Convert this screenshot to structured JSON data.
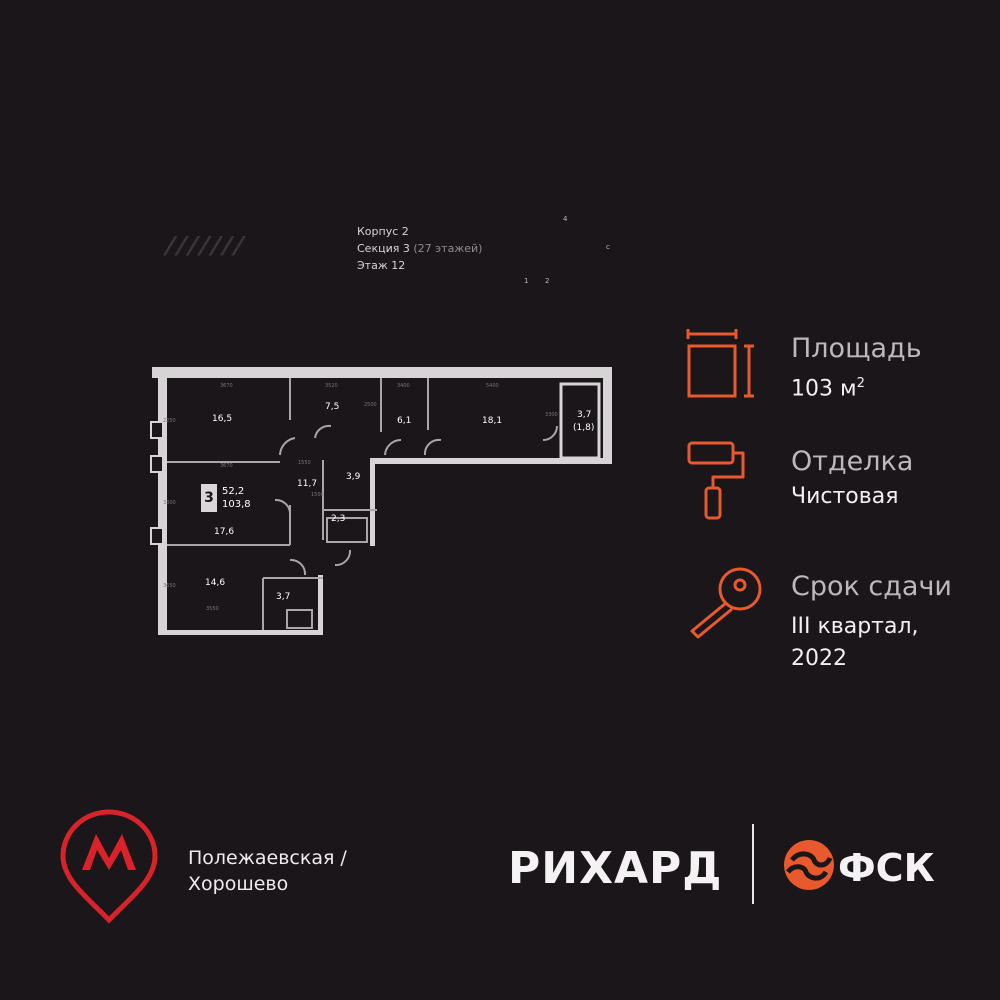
{
  "building": {
    "korpus": "Корпус 2",
    "section_main": "Секция 3",
    "section_floors": "(27 этажей)",
    "floor": "Этаж 12"
  },
  "compass": {
    "n": "4",
    "a": "1",
    "b": "2",
    "c": "с"
  },
  "apartment": {
    "rooms_count": "3",
    "living_area": "52,2",
    "total_area": "103,8"
  },
  "plan_rooms": [
    {
      "label": "16,5"
    },
    {
      "label": "7,5"
    },
    {
      "label": "6,1"
    },
    {
      "label": "18,1"
    },
    {
      "label": "3,7"
    },
    {
      "label": "(1,8)"
    },
    {
      "label": "11,7"
    },
    {
      "label": "3,9"
    },
    {
      "label": "2,3"
    },
    {
      "label": "17,6"
    },
    {
      "label": "14,6"
    },
    {
      "label": "3,7"
    }
  ],
  "plan_dims": [
    "3670",
    "3520",
    "3400",
    "5400",
    "1550",
    "3670",
    "2250",
    "3300",
    "3650",
    "3550",
    "3300",
    "1500",
    "2500"
  ],
  "features": {
    "area_title": "Площадь",
    "area_value": "103 м",
    "area_sup": "2",
    "finish_title": "Отделка",
    "finish_value": "Чистовая",
    "deadline_title": "Срок сдачи",
    "deadline_line1": "III квартал,",
    "deadline_line2": "2022"
  },
  "metro": {
    "station_line1": "Полежаевская /",
    "station_line2": "Хорошево",
    "logo_letter": "М"
  },
  "brands": {
    "developer": "РИХАРД",
    "company": "ФСК"
  },
  "colors": {
    "background": "#1a1619",
    "accent_orange": "#e8592d",
    "metro_red": "#d8232a",
    "wall": "#d6d4d5"
  }
}
